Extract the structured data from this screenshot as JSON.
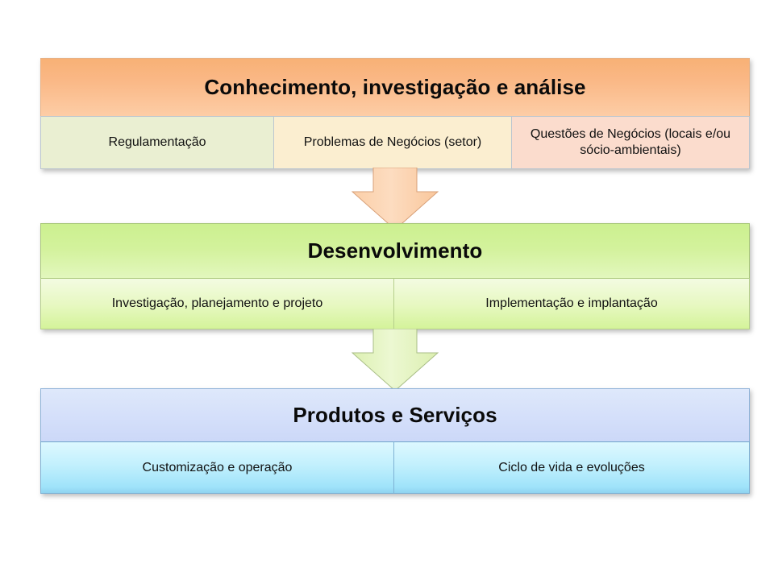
{
  "diagram": {
    "title": "Conhecimento, investigação e análise / Desenvolvimento / Produtos e Serviços",
    "orientation": "vertical-flow-top-to-bottom",
    "background_color": "#ffffff",
    "blocks": [
      {
        "id": "conhecimento",
        "header": "Conhecimento, investigação e análise",
        "header_color": "#fab886",
        "items": [
          {
            "label": "Regulamentação",
            "color": "#eaefd2"
          },
          {
            "label": "Problemas de Negócios (setor)",
            "color": "#fbeed0"
          },
          {
            "label": "Questões de Negócios (locais e/ou sócio-ambientais)",
            "color": "#fbdccd"
          }
        ]
      },
      {
        "id": "desenvolvimento",
        "header": "Desenvolvimento",
        "header_color": "#d3f29c",
        "items": [
          {
            "label": "Investigação, planejamento e projeto",
            "color": "#e6f8bf"
          },
          {
            "label": "Implementação e implantação",
            "color": "#e6f8bf"
          }
        ]
      },
      {
        "id": "produtos-servicos",
        "header": "Produtos e Serviços",
        "header_color": "#d5e0fa",
        "items": [
          {
            "label": "Customização e operação",
            "color": "#c2f0fd"
          },
          {
            "label": "Ciclo de vida e evoluções",
            "color": "#c2f0fd"
          }
        ]
      }
    ],
    "connectors": [
      {
        "id": "arrow-conhecimento-to-desenvolvimento",
        "icon": "down-arrow-icon",
        "fill": "#fcd2b0",
        "stroke": "#d8a078"
      },
      {
        "id": "arrow-desenvolvimento-to-produtos",
        "icon": "down-arrow-icon",
        "fill": "#e3f5bc",
        "stroke": "#a8bd86"
      }
    ]
  }
}
